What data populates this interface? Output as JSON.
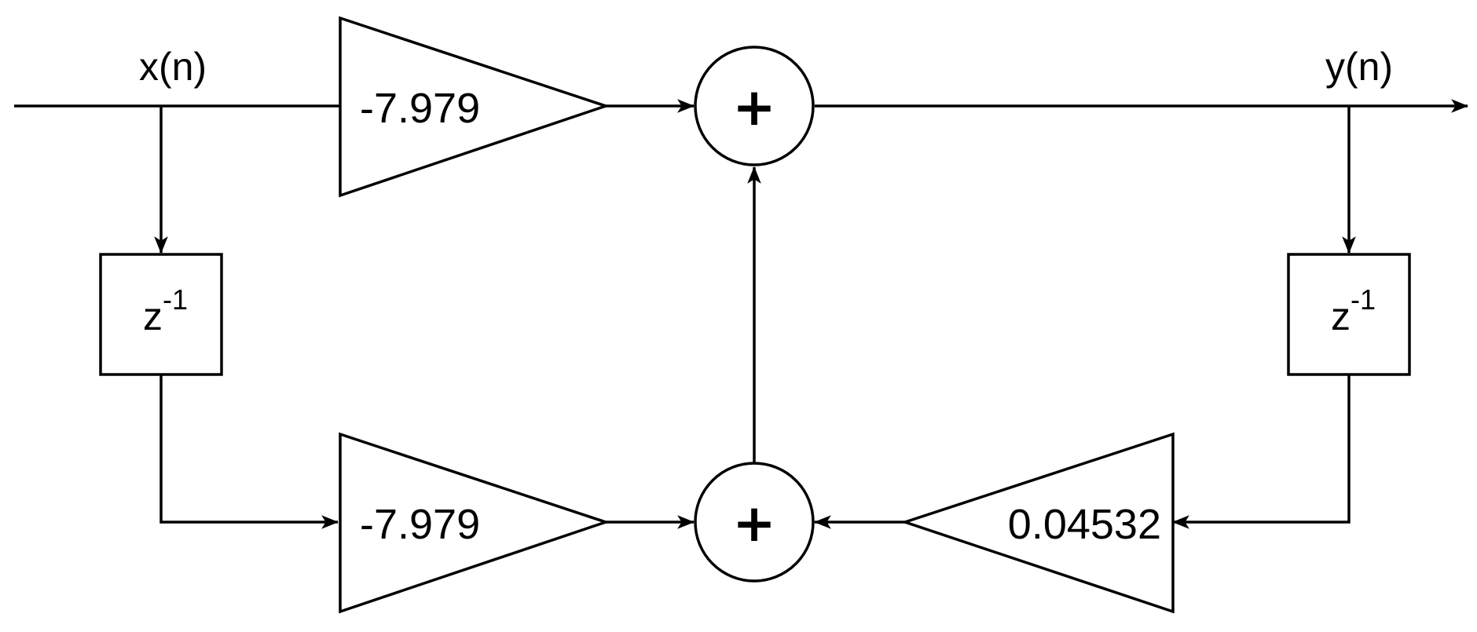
{
  "labels": {
    "input": "x(n)",
    "output": "y(n)"
  },
  "gains": {
    "feedforward_direct": "-7.979",
    "feedforward_delayed": "-7.979",
    "feedback": "0.04532"
  },
  "delays": {
    "left": {
      "base": "z",
      "exponent": "-1"
    },
    "right": {
      "base": "z",
      "exponent": "-1"
    }
  },
  "adders": {
    "top": "+",
    "bottom": "+"
  }
}
